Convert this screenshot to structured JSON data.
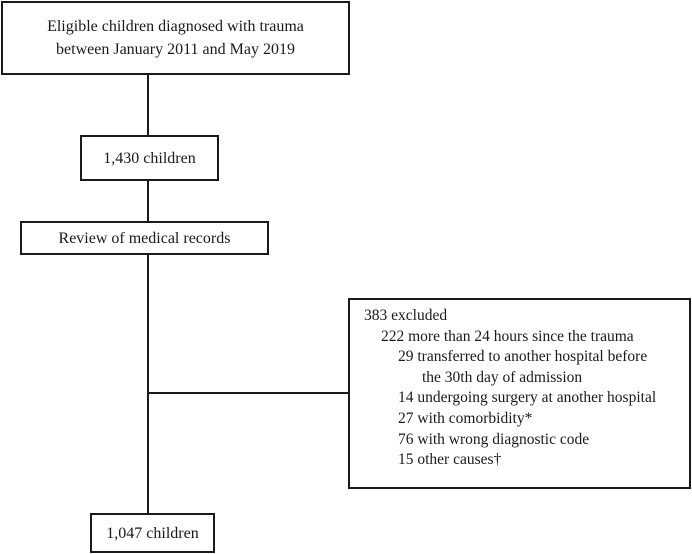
{
  "eligible": {
    "line1": "Eligible children diagnosed with trauma",
    "line2": "between January 2011 and May 2019"
  },
  "count_1430": "1,430 children",
  "review": "Review of medical records",
  "excluded": {
    "header": "383 excluded",
    "reasons": [
      "222 more than 24 hours since the trauma",
      "29 transferred to another hospital before",
      "the 30th day of admission",
      "14 undergoing surgery at another hospital",
      "27 with comorbidity*",
      "76 with wrong diagnostic code",
      "15 other causes†"
    ]
  },
  "count_1047": "1,047 children"
}
